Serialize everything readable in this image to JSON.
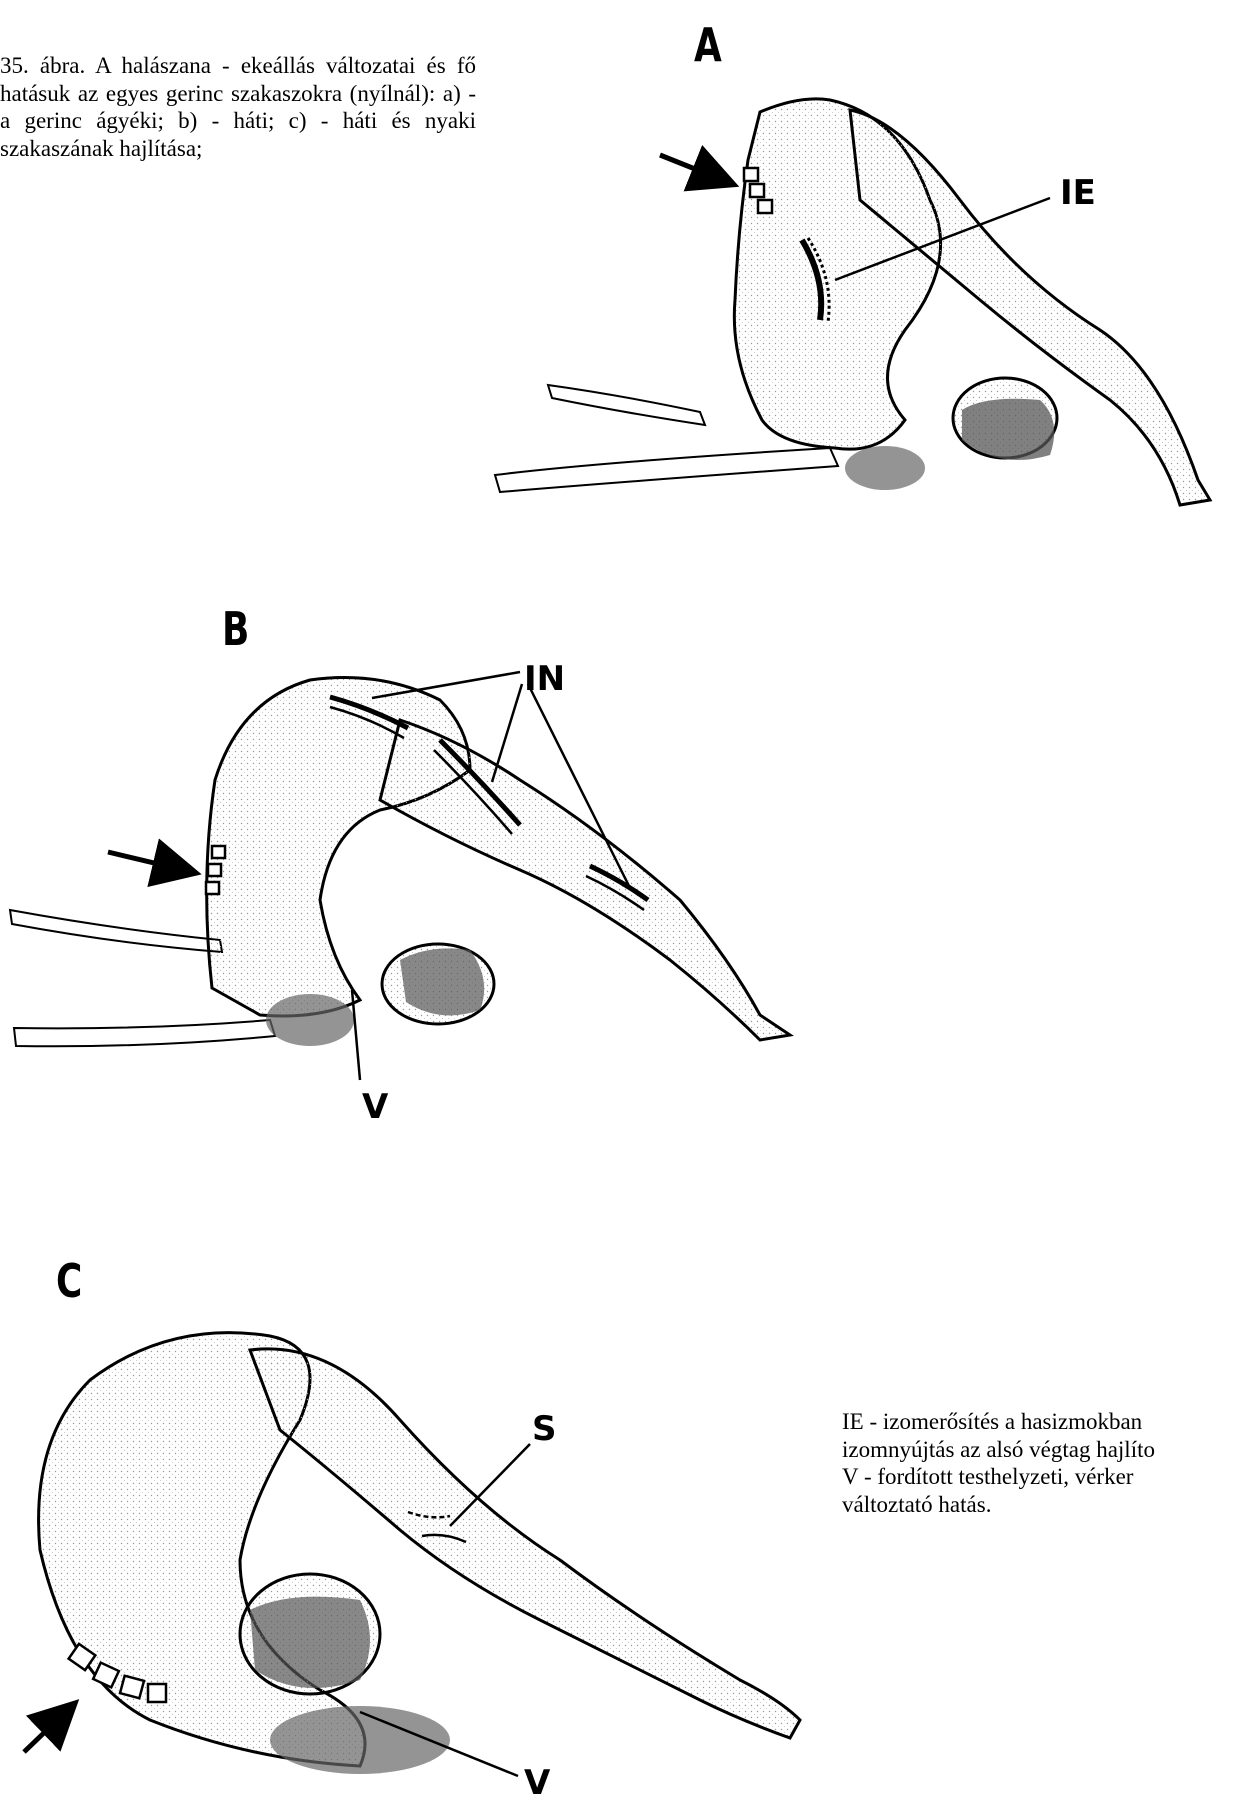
{
  "caption": "35. ábra. A halászana - ekeállás változatai és fő hatásuk az egyes gerinc szakaszokra (nyílnál): a) - a gerinc ágyéki; b) - háti; c) - háti és nyaki szakaszának hajlítása;",
  "figures": {
    "a": {
      "letter": "A",
      "labels": {
        "ie": "IE"
      }
    },
    "b": {
      "letter": "B",
      "labels": {
        "in": "IN",
        "v": "V"
      }
    },
    "c": {
      "letter": "C",
      "labels": {
        "s": "S",
        "v": "V"
      }
    }
  },
  "legend": {
    "line1": "IE - izomerősítés a hasizmokban",
    "line2": "izomnyújtás az alsó végtag hajlíto",
    "line3": "V - fordított testhelyzeti, vérker",
    "line4": "változtató hatás."
  }
}
